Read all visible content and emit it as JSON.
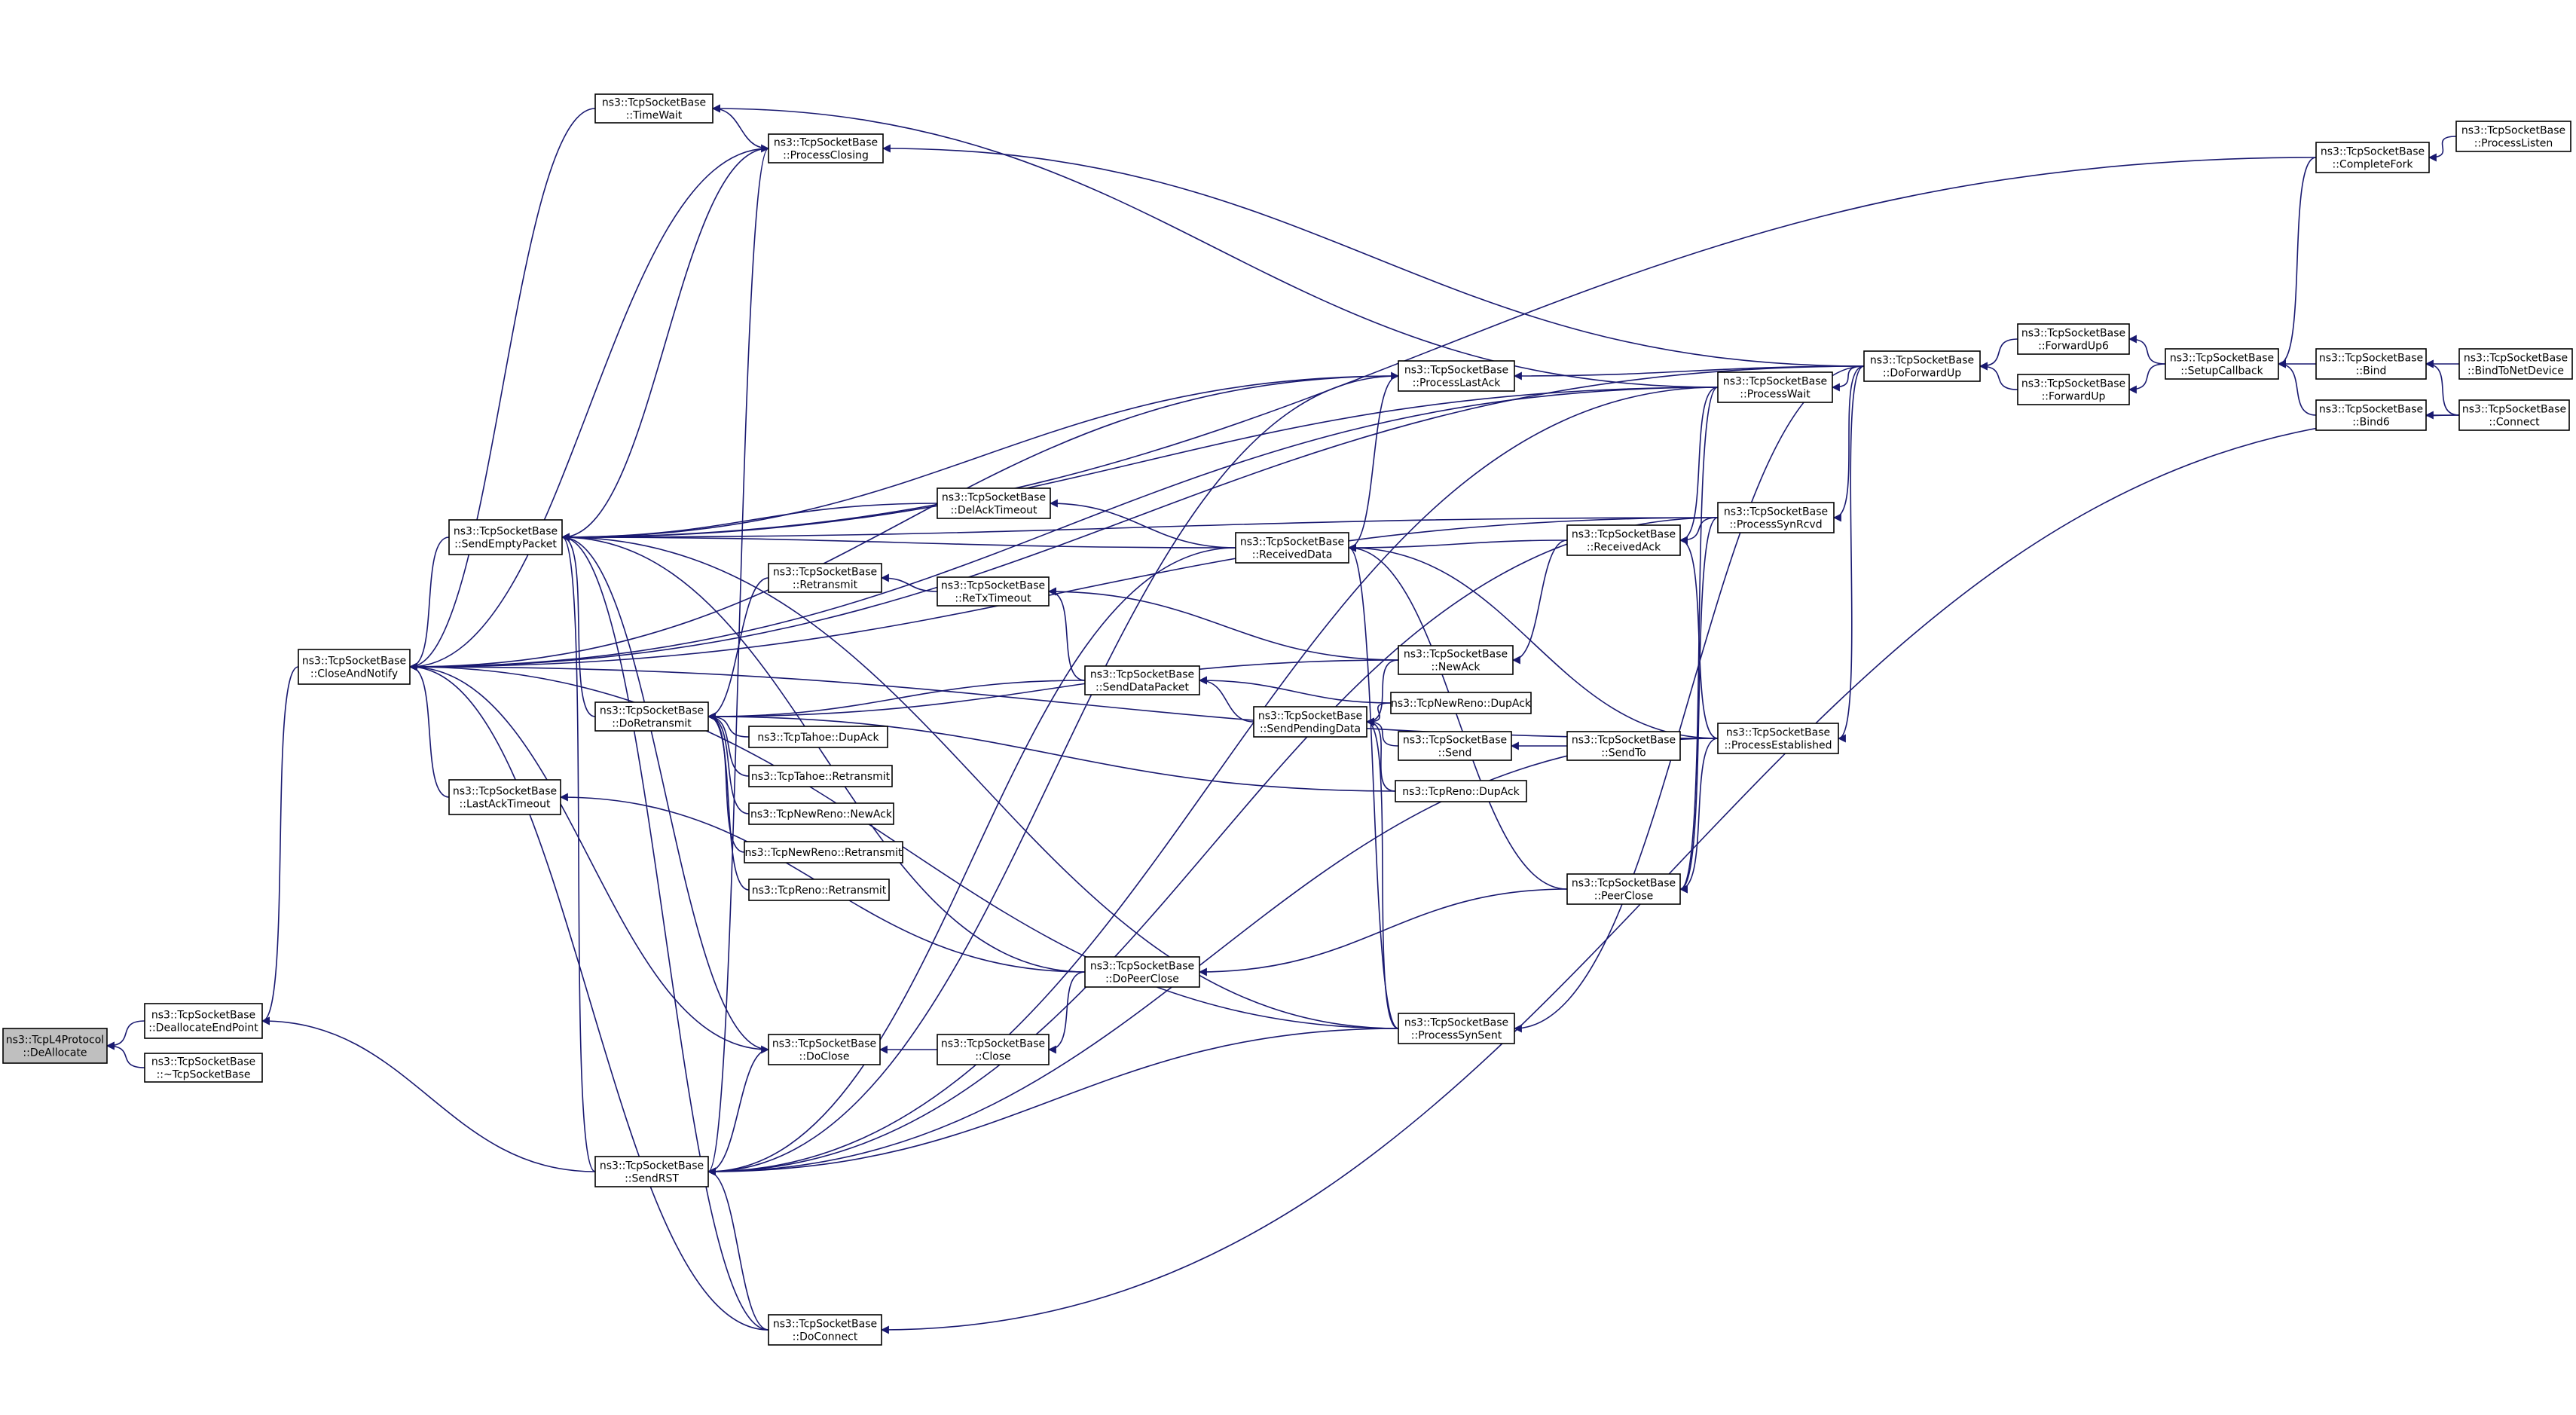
{
  "diagram": {
    "type": "doxygen-caller-graph",
    "colors": {
      "edge": "#191970",
      "node_border": "#000000",
      "node_fill": "#ffffff",
      "focus_fill": "#bfbfbf",
      "background": "#ffffff"
    },
    "nodes": [
      {
        "id": "dealloc",
        "lines": [
          "ns3::TcpL4Protocol",
          "::DeAllocate"
        ],
        "focus": true
      },
      {
        "id": "deallocEP",
        "lines": [
          "ns3::TcpSocketBase",
          "::DeallocateEndPoint"
        ]
      },
      {
        "id": "dtor",
        "lines": [
          "ns3::TcpSocketBase",
          "::~TcpSocketBase"
        ]
      },
      {
        "id": "closeNotify",
        "lines": [
          "ns3::TcpSocketBase",
          "::CloseAndNotify"
        ]
      },
      {
        "id": "timeWait",
        "lines": [
          "ns3::TcpSocketBase",
          "::TimeWait"
        ]
      },
      {
        "id": "procClosing",
        "lines": [
          "ns3::TcpSocketBase",
          "::ProcessClosing"
        ]
      },
      {
        "id": "sendEmpty",
        "lines": [
          "ns3::TcpSocketBase",
          "::SendEmptyPacket"
        ]
      },
      {
        "id": "lastAckTO",
        "lines": [
          "ns3::TcpSocketBase",
          "::LastAckTimeout"
        ]
      },
      {
        "id": "doRetrans",
        "lines": [
          "ns3::TcpSocketBase",
          "::DoRetransmit"
        ]
      },
      {
        "id": "retrans",
        "lines": [
          "ns3::TcpSocketBase",
          "::Retransmit"
        ]
      },
      {
        "id": "tahoeDup",
        "lines": [
          "ns3::TcpTahoe::DupAck"
        ]
      },
      {
        "id": "tahoeRet",
        "lines": [
          "ns3::TcpTahoe::Retransmit"
        ]
      },
      {
        "id": "nrNewAck",
        "lines": [
          "ns3::TcpNewReno::NewAck"
        ]
      },
      {
        "id": "nrRet",
        "lines": [
          "ns3::TcpNewReno::Retransmit"
        ]
      },
      {
        "id": "renoRet",
        "lines": [
          "ns3::TcpReno::Retransmit"
        ]
      },
      {
        "id": "doClose",
        "lines": [
          "ns3::TcpSocketBase",
          "::DoClose"
        ]
      },
      {
        "id": "sendRST",
        "lines": [
          "ns3::TcpSocketBase",
          "::SendRST"
        ]
      },
      {
        "id": "doConnect",
        "lines": [
          "ns3::TcpSocketBase",
          "::DoConnect"
        ]
      },
      {
        "id": "delAckTO",
        "lines": [
          "ns3::TcpSocketBase",
          "::DelAckTimeout"
        ]
      },
      {
        "id": "reTxTO",
        "lines": [
          "ns3::TcpSocketBase",
          "::ReTxTimeout"
        ]
      },
      {
        "id": "sendData",
        "lines": [
          "ns3::TcpSocketBase",
          "::SendDataPacket"
        ]
      },
      {
        "id": "doPeerClose",
        "lines": [
          "ns3::TcpSocketBase",
          "::DoPeerClose"
        ]
      },
      {
        "id": "close",
        "lines": [
          "ns3::TcpSocketBase",
          "::Close"
        ]
      },
      {
        "id": "procLastAck",
        "lines": [
          "ns3::TcpSocketBase",
          "::ProcessLastAck"
        ]
      },
      {
        "id": "recvData",
        "lines": [
          "ns3::TcpSocketBase",
          "::ReceivedData"
        ]
      },
      {
        "id": "sendPending",
        "lines": [
          "ns3::TcpSocketBase",
          "::SendPendingData"
        ]
      },
      {
        "id": "newAck",
        "lines": [
          "ns3::TcpSocketBase",
          "::NewAck"
        ]
      },
      {
        "id": "nrDup",
        "lines": [
          "ns3::TcpNewReno::DupAck"
        ]
      },
      {
        "id": "send",
        "lines": [
          "ns3::TcpSocketBase",
          "::Send"
        ]
      },
      {
        "id": "renoDup",
        "lines": [
          "ns3::TcpReno::DupAck"
        ]
      },
      {
        "id": "procSynSent",
        "lines": [
          "ns3::TcpSocketBase",
          "::ProcessSynSent"
        ]
      },
      {
        "id": "sendTo",
        "lines": [
          "ns3::TcpSocketBase",
          "::SendTo"
        ]
      },
      {
        "id": "recvAck",
        "lines": [
          "ns3::TcpSocketBase",
          "::ReceivedAck"
        ]
      },
      {
        "id": "peerClose",
        "lines": [
          "ns3::TcpSocketBase",
          "::PeerClose"
        ]
      },
      {
        "id": "procWait",
        "lines": [
          "ns3::TcpSocketBase",
          "::ProcessWait"
        ]
      },
      {
        "id": "procSynRcvd",
        "lines": [
          "ns3::TcpSocketBase",
          "::ProcessSynRcvd"
        ]
      },
      {
        "id": "procEst",
        "lines": [
          "ns3::TcpSocketBase",
          "::ProcessEstablished"
        ]
      },
      {
        "id": "doFwdUp",
        "lines": [
          "ns3::TcpSocketBase",
          "::DoForwardUp"
        ]
      },
      {
        "id": "fwdUp6",
        "lines": [
          "ns3::TcpSocketBase",
          "::ForwardUp6"
        ]
      },
      {
        "id": "fwdUp",
        "lines": [
          "ns3::TcpSocketBase",
          "::ForwardUp"
        ]
      },
      {
        "id": "setupCb",
        "lines": [
          "ns3::TcpSocketBase",
          "::SetupCallback"
        ]
      },
      {
        "id": "completeFork",
        "lines": [
          "ns3::TcpSocketBase",
          "::CompleteFork"
        ]
      },
      {
        "id": "procListen",
        "lines": [
          "ns3::TcpSocketBase",
          "::ProcessListen"
        ]
      },
      {
        "id": "bind",
        "lines": [
          "ns3::TcpSocketBase",
          "::Bind"
        ]
      },
      {
        "id": "bind6",
        "lines": [
          "ns3::TcpSocketBase",
          "::Bind6"
        ]
      },
      {
        "id": "bindNet",
        "lines": [
          "ns3::TcpSocketBase",
          "::BindToNetDevice"
        ]
      },
      {
        "id": "connect",
        "lines": [
          "ns3::TcpSocketBase",
          "::Connect"
        ]
      }
    ],
    "edges": [
      [
        "deallocEP",
        "dealloc"
      ],
      [
        "dtor",
        "dealloc"
      ],
      [
        "closeNotify",
        "deallocEP"
      ],
      [
        "sendRST",
        "deallocEP"
      ],
      [
        "timeWait",
        "closeNotify"
      ],
      [
        "procClosing",
        "closeNotify"
      ],
      [
        "sendEmpty",
        "closeNotify"
      ],
      [
        "lastAckTO",
        "closeNotify"
      ],
      [
        "doClose",
        "closeNotify"
      ],
      [
        "doConnect",
        "closeNotify"
      ],
      [
        "procLastAck",
        "closeNotify"
      ],
      [
        "procWait",
        "closeNotify"
      ],
      [
        "procSynRcvd",
        "closeNotify"
      ],
      [
        "doFwdUp",
        "closeNotify"
      ],
      [
        "procSynSent",
        "closeNotify"
      ],
      [
        "procEst",
        "closeNotify"
      ],
      [
        "procClosing",
        "timeWait"
      ],
      [
        "procWait",
        "timeWait"
      ],
      [
        "doFwdUp",
        "procClosing"
      ],
      [
        "sendRST",
        "procClosing"
      ],
      [
        "procClosing",
        "sendEmpty"
      ],
      [
        "doRetrans",
        "sendEmpty"
      ],
      [
        "delAckTO",
        "sendEmpty"
      ],
      [
        "recvData",
        "sendEmpty"
      ],
      [
        "procLastAck",
        "sendEmpty"
      ],
      [
        "procWait",
        "sendEmpty"
      ],
      [
        "procSynRcvd",
        "sendEmpty"
      ],
      [
        "completeFork",
        "sendEmpty"
      ],
      [
        "doPeerClose",
        "sendEmpty"
      ],
      [
        "doClose",
        "sendEmpty"
      ],
      [
        "procSynSent",
        "sendEmpty"
      ],
      [
        "doConnect",
        "sendEmpty"
      ],
      [
        "sendRST",
        "sendEmpty"
      ],
      [
        "doPeerClose",
        "lastAckTO"
      ],
      [
        "retrans",
        "doRetrans"
      ],
      [
        "tahoeDup",
        "doRetrans"
      ],
      [
        "tahoeRet",
        "doRetrans"
      ],
      [
        "nrNewAck",
        "doRetrans"
      ],
      [
        "nrRet",
        "doRetrans"
      ],
      [
        "renoRet",
        "doRetrans"
      ],
      [
        "sendData",
        "doRetrans"
      ],
      [
        "newAck",
        "doRetrans"
      ],
      [
        "renoDup",
        "doRetrans"
      ],
      [
        "reTxTO",
        "retrans"
      ],
      [
        "close",
        "doClose"
      ],
      [
        "sendRST",
        "doClose"
      ],
      [
        "doConnect",
        "sendRST"
      ],
      [
        "recvData",
        "sendRST"
      ],
      [
        "procLastAck",
        "sendRST"
      ],
      [
        "procSynSent",
        "sendRST"
      ],
      [
        "procWait",
        "sendRST"
      ],
      [
        "procSynRcvd",
        "sendRST"
      ],
      [
        "procEst",
        "sendRST"
      ],
      [
        "connect",
        "doConnect"
      ],
      [
        "recvData",
        "delAckTO"
      ],
      [
        "sendData",
        "reTxTO"
      ],
      [
        "newAck",
        "reTxTO"
      ],
      [
        "sendPending",
        "sendData"
      ],
      [
        "nrDup",
        "sendData"
      ],
      [
        "doPeerClose",
        "close"
      ],
      [
        "peerClose",
        "doPeerClose"
      ],
      [
        "recvData",
        "procLastAck"
      ],
      [
        "doFwdUp",
        "procLastAck"
      ],
      [
        "recvAck",
        "recvData"
      ],
      [
        "peerClose",
        "recvData"
      ],
      [
        "procSynSent",
        "recvData"
      ],
      [
        "procEst",
        "recvData"
      ],
      [
        "newAck",
        "sendPending"
      ],
      [
        "nrDup",
        "sendPending"
      ],
      [
        "send",
        "sendPending"
      ],
      [
        "renoDup",
        "sendPending"
      ],
      [
        "procSynSent",
        "sendPending"
      ],
      [
        "recvAck",
        "newAck"
      ],
      [
        "sendTo",
        "send"
      ],
      [
        "doFwdUp",
        "procSynSent"
      ],
      [
        "procWait",
        "recvAck"
      ],
      [
        "procSynRcvd",
        "recvAck"
      ],
      [
        "procEst",
        "recvAck"
      ],
      [
        "procWait",
        "peerClose"
      ],
      [
        "procSynRcvd",
        "peerClose"
      ],
      [
        "procEst",
        "peerClose"
      ],
      [
        "doFwdUp",
        "procWait"
      ],
      [
        "doFwdUp",
        "procSynRcvd"
      ],
      [
        "doFwdUp",
        "procEst"
      ],
      [
        "fwdUp6",
        "doFwdUp"
      ],
      [
        "fwdUp",
        "doFwdUp"
      ],
      [
        "setupCb",
        "fwdUp6"
      ],
      [
        "setupCb",
        "fwdUp"
      ],
      [
        "procListen",
        "completeFork"
      ],
      [
        "completeFork",
        "setupCb"
      ],
      [
        "bind",
        "setupCb"
      ],
      [
        "bind6",
        "setupCb"
      ],
      [
        "bindNet",
        "bind"
      ],
      [
        "connect",
        "bind"
      ],
      [
        "connect",
        "bind6"
      ]
    ]
  }
}
